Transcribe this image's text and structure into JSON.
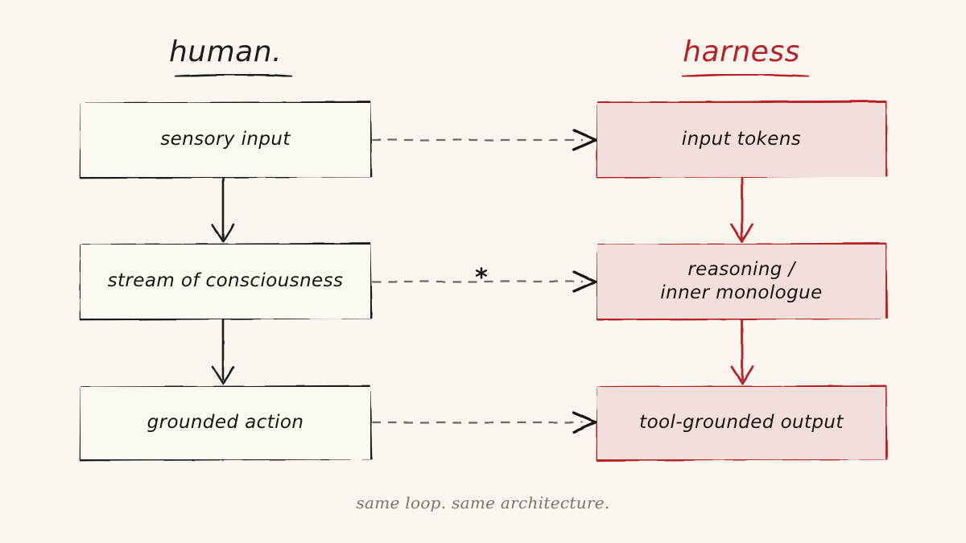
{
  "background_color": "#faf6ef",
  "palette": {
    "ink": "#1f1d1a",
    "red": "#b72025",
    "red_fill": "#f2dedb",
    "left_fill": "#fbf8f1",
    "caption_gray": "#7b7469",
    "dashed_gray": "#6f6a61"
  },
  "columns": {
    "left": {
      "title": "human.",
      "underline": true
    },
    "right": {
      "title": "harness",
      "underline": true
    }
  },
  "human_nodes": [
    {
      "id": "sensory-input",
      "label": "sensory input"
    },
    {
      "id": "stream-of-consciousness",
      "label": "stream of consciousness"
    },
    {
      "id": "grounded-action",
      "label": "grounded action"
    }
  ],
  "harness_nodes": [
    {
      "id": "input-tokens",
      "label": "input tokens"
    },
    {
      "id": "reasoning-inner-monologue",
      "line1": "reasoning /",
      "line2": "inner monologue"
    },
    {
      "id": "tool-grounded-output",
      "label": "tool-grounded output"
    }
  ],
  "connectors": {
    "vertical_left": [
      {
        "from": "sensory input",
        "to": "stream of consciousness",
        "style": "solid",
        "color": "#1f1d1a"
      },
      {
        "from": "stream of consciousness",
        "to": "grounded action",
        "style": "solid",
        "color": "#1f1d1a"
      }
    ],
    "vertical_right": [
      {
        "from": "input tokens",
        "to": "reasoning / inner monologue",
        "style": "solid",
        "color": "#b72025"
      },
      {
        "from": "reasoning / inner monologue",
        "to": "tool-grounded output",
        "style": "solid",
        "color": "#b72025"
      }
    ],
    "horizontal": [
      {
        "from": "sensory input",
        "to": "input tokens",
        "style": "dashed",
        "marker": ""
      },
      {
        "from": "stream of consciousness",
        "to": "reasoning / inner monologue",
        "style": "dashed",
        "marker": "*"
      },
      {
        "from": "grounded action",
        "to": "tool-grounded output",
        "style": "dashed",
        "marker": ""
      }
    ]
  },
  "caption": "same loop. same architecture."
}
